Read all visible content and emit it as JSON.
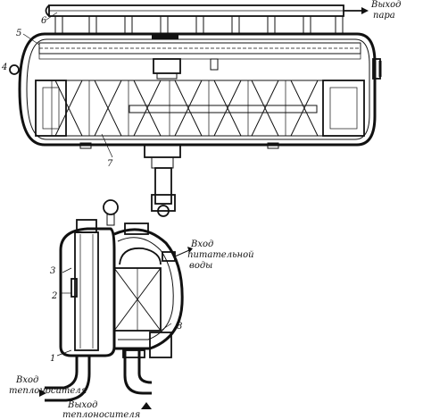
{
  "labels": {
    "steam_out_line1": "Выход",
    "steam_out_line2": "пара",
    "feed_in_line1": "Вход",
    "feed_in_line2": "питательной",
    "feed_in_line3": "воды",
    "coolant_in_line1": "Вход",
    "coolant_in_line2": "теплоносителя",
    "coolant_out_line1": "Выход",
    "coolant_out_line2": "теплоносителя"
  },
  "numbers": {
    "n1": "1",
    "n2": "2",
    "n3": "3",
    "n4": "4",
    "n5": "5",
    "n6": "6",
    "n7": "7",
    "n8": "8"
  }
}
